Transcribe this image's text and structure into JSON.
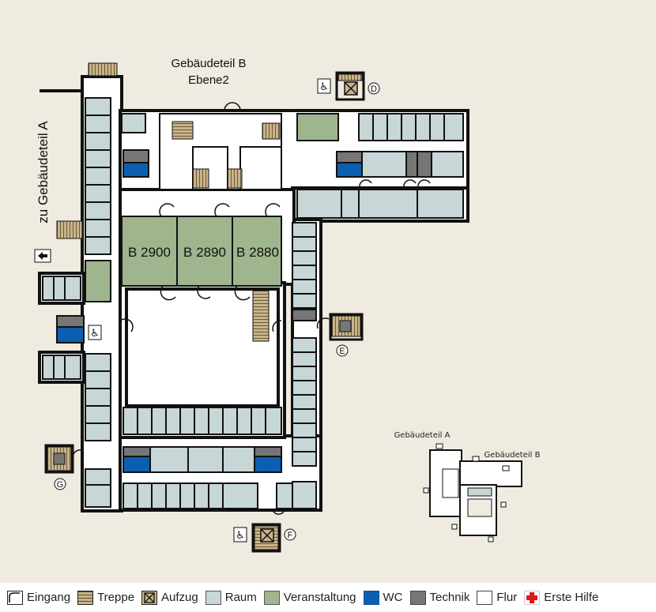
{
  "building": {
    "title": "Gebäudeteil B",
    "level": "Ebene2",
    "side_label": "zu Gebäudeteil A"
  },
  "rooms": {
    "r1": "B 2900",
    "r2": "B 2890",
    "r3": "B 2880"
  },
  "entrances": [
    "D",
    "E",
    "F",
    "G"
  ],
  "minimap": {
    "label_a": "Gebäudeteil A",
    "label_b": "Gebäudeteil B"
  },
  "colors": {
    "raum": "#c7d6d6",
    "veranstaltung": "#9fb58e",
    "wc": "#0b5fb0",
    "technik": "#767676",
    "flur": "#ffffff",
    "wall": "#111111",
    "stair": "#b7a27a",
    "first_aid": "#e01818",
    "background": "#f0ebe0"
  },
  "icons": [
    "wheelchair-icon",
    "exit-arrow-icon",
    "elevator-icon",
    "stairs-icon",
    "entrance-icon",
    "first-aid-icon"
  ],
  "legend": [
    {
      "icon": "entrance-icon",
      "label": "Eingang"
    },
    {
      "icon": "stairs-icon",
      "label": "Treppe"
    },
    {
      "icon": "elevator-icon",
      "label": "Aufzug"
    },
    {
      "icon": "raum-swatch",
      "label": "Raum"
    },
    {
      "icon": "veranstaltung-swatch",
      "label": "Veranstaltung"
    },
    {
      "icon": "wc-swatch",
      "label": "WC"
    },
    {
      "icon": "technik-swatch",
      "label": "Technik"
    },
    {
      "icon": "flur-swatch",
      "label": "Flur"
    },
    {
      "icon": "first-aid-icon",
      "label": "Erste Hilfe"
    }
  ]
}
